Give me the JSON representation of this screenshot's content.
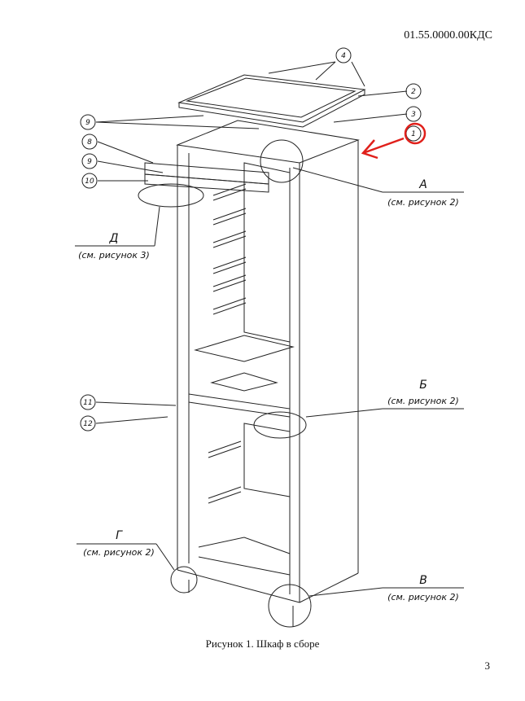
{
  "header": {
    "document_code": "01.55.0000.00КДС"
  },
  "figure": {
    "caption": "Рисунок 1. Шкаф в сборе",
    "callouts": [
      "1",
      "2",
      "3",
      "4",
      "8",
      "9",
      "9",
      "10",
      "11",
      "12"
    ],
    "views": [
      {
        "letter": "А",
        "ref": "(см. рисунок 2)"
      },
      {
        "letter": "Д",
        "ref": "(см. рисунок 3)"
      },
      {
        "letter": "Б",
        "ref": "(см. рисунок 2)"
      },
      {
        "letter": "Г",
        "ref": "(см. рисунок 2)"
      },
      {
        "letter": "В",
        "ref": "(см. рисунок 2)"
      }
    ],
    "annotation_color": "#e0201b"
  },
  "footer": {
    "page_number": "3"
  }
}
